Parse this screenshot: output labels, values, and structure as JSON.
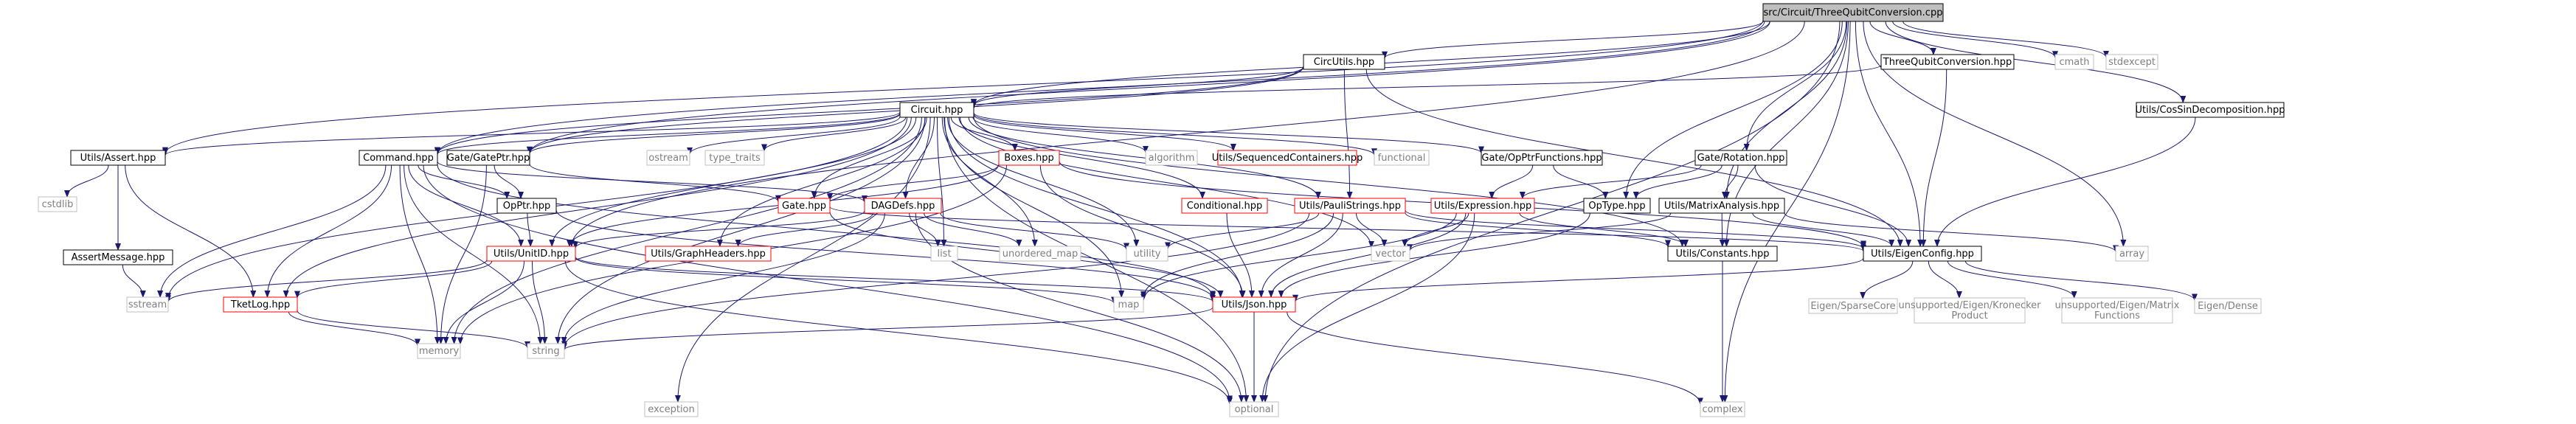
{
  "graph": {
    "colors": {
      "root_fill": "#bfbfbf",
      "box_stroke": "#000000",
      "red_stroke": "#ff0000",
      "gray_stroke": "#bfbfbf",
      "gray_text": "#7f7f7f",
      "edge": "#191970"
    },
    "nodes": {
      "root": "src/Circuit/ThreeQubitConversion.cpp",
      "circutils": "CircUtils.hpp",
      "tqc_hpp": "ThreeQubitConversion.hpp",
      "cmath": "cmath",
      "stdexcept": "stdexcept",
      "cossin": "Utils/CosSinDecomposition.hpp",
      "circuit": "Circuit.hpp",
      "assert": "Utils/Assert.hpp",
      "command": "Command.hpp",
      "gateptr": "Gate/GatePtr.hpp",
      "ostream": "ostream",
      "type_traits": "type_traits",
      "boxes": "Boxes.hpp",
      "algorithm": "algorithm",
      "seqcont": "Utils/SequencedContainers.hpp",
      "functional": "functional",
      "opptrfunc": "Gate/OpPtrFunctions.hpp",
      "rotation": "Gate/Rotation.hpp",
      "cstdlib": "cstdlib",
      "assertmsg": "AssertMessage.hpp",
      "opptr": "OpPtr.hpp",
      "gate": "Gate.hpp",
      "dagdefs": "DAGDefs.hpp",
      "conditional": "Conditional.hpp",
      "paulistrings": "Utils/PauliStrings.hpp",
      "expression": "Utils/Expression.hpp",
      "optype": "OpType.hpp",
      "matrixanalysis": "Utils/MatrixAnalysis.hpp",
      "unitid": "Utils/UnitID.hpp",
      "graphheaders": "Utils/GraphHeaders.hpp",
      "list": "list",
      "unordered_map": "unordered_map",
      "utility": "utility",
      "vector": "vector",
      "constants": "Utils/Constants.hpp",
      "eigenconfig": "Utils/EigenConfig.hpp",
      "array": "array",
      "sstream": "sstream",
      "tketlog": "TketLog.hpp",
      "map": "map",
      "json": "Utils/Json.hpp",
      "sparsecore": "Eigen/SparseCore",
      "kronecker": "unsupported/Eigen/Kronecker Product",
      "matrixfunctions": "unsupported/Eigen/Matrix Functions",
      "dense": "Eigen/Dense",
      "memory": "memory",
      "string": "string",
      "exception": "exception",
      "optional": "optional",
      "complex": "complex"
    }
  }
}
